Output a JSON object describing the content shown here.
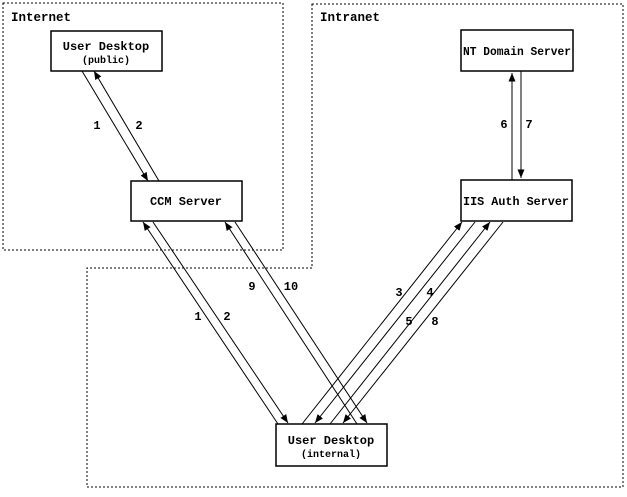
{
  "diagram": {
    "background_color": "#ffffff",
    "line_color": "#000000",
    "zones": {
      "internet": {
        "label": "Internet"
      },
      "intranet": {
        "label": "Intranet"
      }
    },
    "nodes": {
      "user_desktop_public": {
        "title": "User Desktop",
        "subtitle": "(public)"
      },
      "ccm_server": {
        "title": "CCM Server"
      },
      "nt_domain_server": {
        "title": "NT Domain Server"
      },
      "iis_auth_server": {
        "title": "IIS Auth Server"
      },
      "user_desktop_internal": {
        "title": "User Desktop",
        "subtitle": "(internal)"
      }
    },
    "edges": {
      "public_to_ccm": {
        "label": "1"
      },
      "ccm_to_public": {
        "label": "2"
      },
      "internal_to_ccm_a": {
        "label": "1"
      },
      "ccm_to_internal_a": {
        "label": "2"
      },
      "internal_to_ccm_b": {
        "label": "9"
      },
      "ccm_to_internal_b": {
        "label": "10"
      },
      "internal_to_iis_a": {
        "label": "3"
      },
      "iis_to_internal_a": {
        "label": "4"
      },
      "internal_to_iis_b": {
        "label": "5"
      },
      "iis_to_internal_b": {
        "label": "8"
      },
      "iis_to_nt": {
        "label": "6"
      },
      "nt_to_iis": {
        "label": "7"
      }
    }
  }
}
